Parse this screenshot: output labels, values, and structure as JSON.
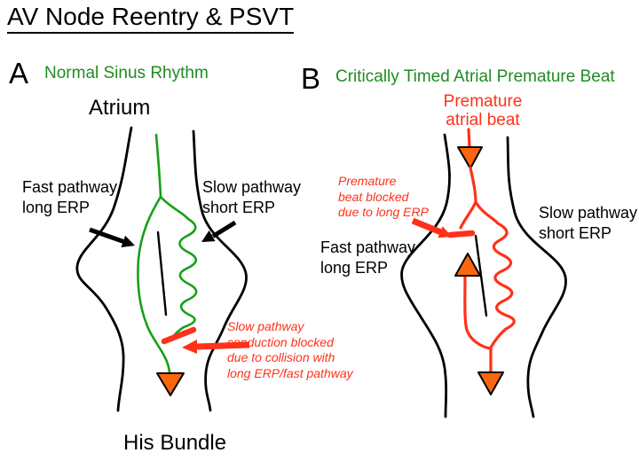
{
  "title": "AV Node Reentry & PSVT",
  "colors": {
    "green_line": "#17A017",
    "green_text": "#1F8C1F",
    "red": "#FF3118",
    "orange": "#FA670F"
  },
  "panel_a": {
    "label": "A",
    "subtitle": "Normal Sinus Rhythm",
    "atrium_label": "Atrium",
    "his_bundle_label": "His Bundle",
    "fast_pathway_label": "Fast pathway\nlong ERP",
    "slow_pathway_label": "Slow pathway\nshort ERP",
    "block_annotation": "Slow pathway\nconduction blocked\ndue to collision with\nlong ERP/fast pathway"
  },
  "panel_b": {
    "label": "B",
    "subtitle": "Critically Timed Atrial Premature Beat",
    "premature_beat_label": "Premature\natrial beat",
    "fast_pathway_label": "Fast pathway\nlong ERP",
    "slow_pathway_label": "Slow pathway\nshort ERP",
    "block_annotation": "Premature\nbeat blocked\ndue to long ERP"
  }
}
